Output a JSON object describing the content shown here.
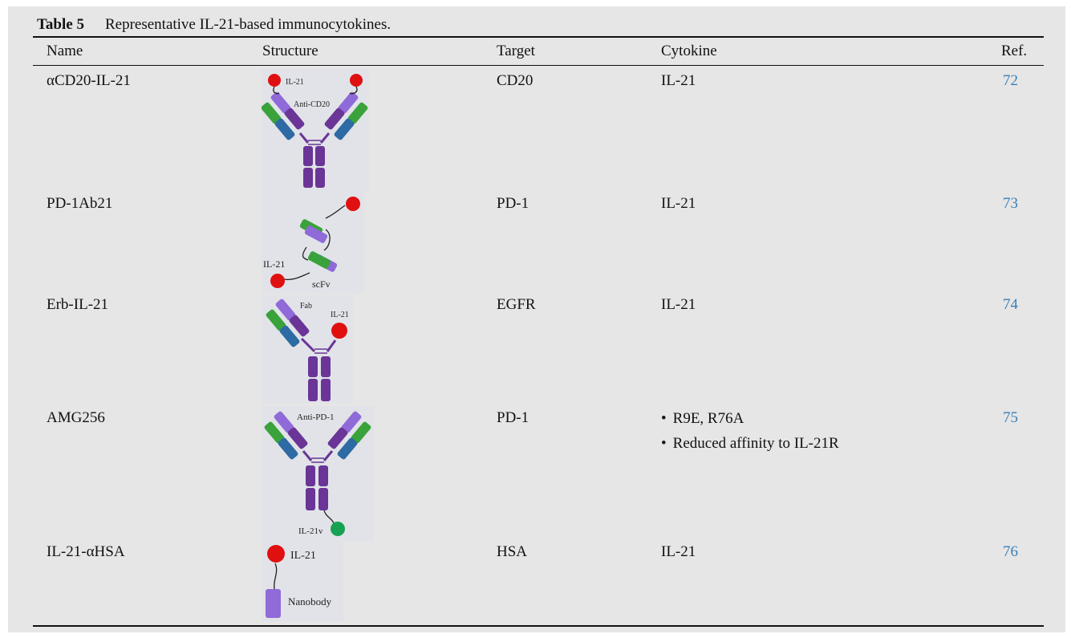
{
  "caption": {
    "label": "Table 5",
    "text": "Representative IL-21-based immunocytokines."
  },
  "columns": {
    "name": "Name",
    "structure": "Structure",
    "target": "Target",
    "cytokine": "Cytokine",
    "ref": "Ref."
  },
  "rows": [
    {
      "name": "αCD20-IL-21",
      "target": "CD20",
      "cytokine": "IL-21",
      "ref": "72",
      "fig_labels": {
        "cytokine": "IL-21",
        "antibody": "Anti-CD20"
      }
    },
    {
      "name": "PD-1Ab21",
      "target": "PD-1",
      "cytokine": "IL-21",
      "ref": "73",
      "fig_labels": {
        "cytokine": "IL-21",
        "fragment": "scFv"
      }
    },
    {
      "name": "Erb-IL-21",
      "target": "EGFR",
      "cytokine": "IL-21",
      "ref": "74",
      "fig_labels": {
        "fragment": "Fab",
        "cytokine": "IL-21"
      }
    },
    {
      "name": "AMG256",
      "target": "PD-1",
      "cytokine_bullets": [
        "R9E, R76A",
        "Reduced affinity to IL-21R"
      ],
      "ref": "75",
      "fig_labels": {
        "antibody": "Anti-PD-1",
        "cytokine": "IL-21v"
      }
    },
    {
      "name": "IL-21-αHSA",
      "target": "HSA",
      "cytokine": "IL-21",
      "ref": "76",
      "fig_labels": {
        "cytokine": "IL-21",
        "fragment": "Nanobody"
      }
    }
  ],
  "colors": {
    "cytokine_red": "#e01010",
    "cytokine_variant_green": "#17a152",
    "heavy_chain_purple": "#6a3596",
    "light_chain_violet": "#8f6ad8",
    "variable_green": "#3aa23a",
    "constant_blue": "#2e6aa3",
    "link_color": "#3a7fb5"
  }
}
